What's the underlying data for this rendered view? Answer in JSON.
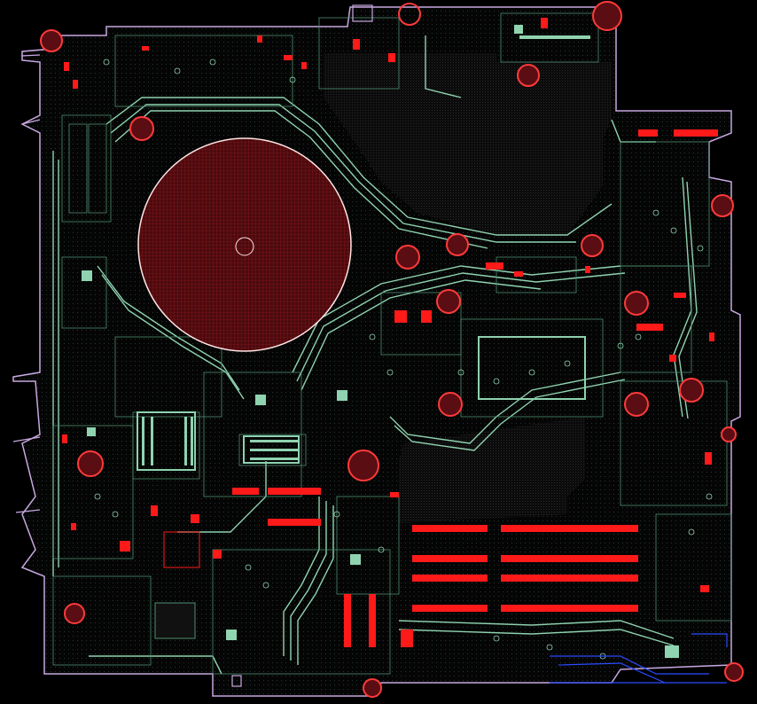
{
  "canvas": {
    "background": "#000000"
  },
  "colors": {
    "trace": "#8fd3b0",
    "trace_dim": "#4f8f72",
    "copper_red": "#ff1a1a",
    "copper_dark": "#5a0d12",
    "outline": "#c8a8e0",
    "highlight": "#ffe6e6",
    "blue": "#2a4bff"
  },
  "layers": [
    "board-outline",
    "copper-pour",
    "traces",
    "pads",
    "vias",
    "mounting-holes",
    "bga-arrays"
  ]
}
